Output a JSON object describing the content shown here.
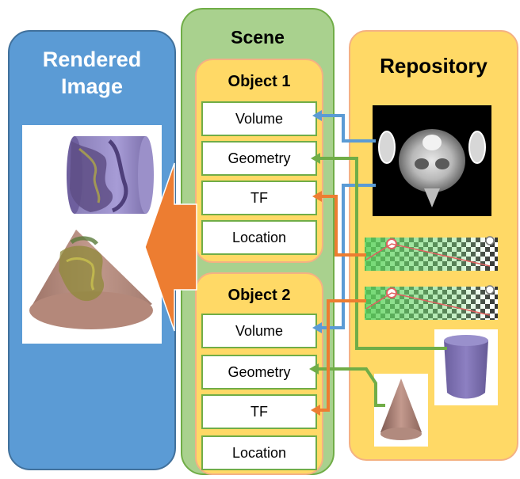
{
  "rendered_panel": {
    "title_line1": "Rendered",
    "title_line2": "Image"
  },
  "scene": {
    "title": "Scene",
    "objects": [
      {
        "title": "Object 1",
        "fields": [
          "Volume",
          "Geometry",
          "TF",
          "Location"
        ]
      },
      {
        "title": "Object 2",
        "fields": [
          "Volume",
          "Geometry",
          "TF",
          "Location"
        ]
      }
    ]
  },
  "repository": {
    "title": "Repository",
    "items": [
      "ct-scan-volume",
      "transfer-function-1",
      "transfer-function-2",
      "cylinder-geometry",
      "cone-geometry"
    ]
  },
  "colors": {
    "rendered_bg": "#5b9bd5",
    "scene_bg": "#a9d18e",
    "object_bg": "#ffd966",
    "repository_bg": "#ffd966",
    "volume_link": "#5b9bd5",
    "geometry_link": "#70ad47",
    "tf_link": "#ed7d31",
    "big_arrow": "#ed7d31"
  }
}
